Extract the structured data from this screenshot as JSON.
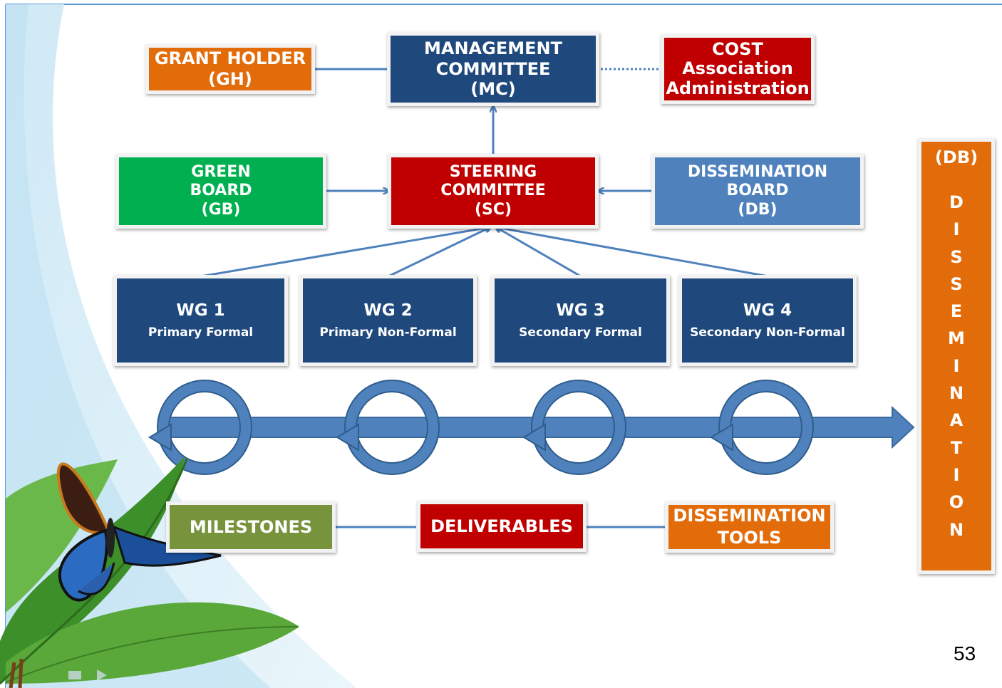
{
  "top_row": {
    "grant_holder": [
      "GRANT HOLDER",
      "(GH)"
    ],
    "management_committee": [
      "MANAGEMENT",
      "COMMITTEE",
      "(MC)"
    ],
    "cost_admin": [
      "COST",
      "Association",
      "Administration"
    ]
  },
  "middle_row": {
    "green_board": [
      "GREEN",
      "BOARD",
      "(GB)"
    ],
    "steering_committee": [
      "STEERING",
      "COMMITTEE",
      "(SC)"
    ],
    "dissemination_board": [
      "DISSEMINATION",
      "BOARD",
      "(DB)"
    ]
  },
  "working_groups": [
    {
      "title": "WG 1",
      "subtitle": "Primary Formal"
    },
    {
      "title": "WG 2",
      "subtitle": "Primary Non-Formal"
    },
    {
      "title": "WG 3",
      "subtitle": "Secondary Formal"
    },
    {
      "title": "WG 4",
      "subtitle": "Secondary Non-Formal"
    }
  ],
  "bottom_row": {
    "milestones": "MILESTONES",
    "deliverables": "DELIVERABLES",
    "dissemination_tools": [
      "DISSEMINATION",
      "TOOLS"
    ]
  },
  "side_bar": {
    "top": "(DB)",
    "letters": [
      "D",
      "I",
      "S",
      "S",
      "E",
      "M",
      "I",
      "N",
      "A",
      "T",
      "I",
      "O",
      "N"
    ]
  },
  "page_number": "53",
  "colors": {
    "orange": "#e36c0a",
    "navy": "#1f497d",
    "red": "#c00000",
    "green": "#00b050",
    "light_blue": "#4f81bd",
    "olive": "#77933c",
    "connector": "#4f81bd"
  },
  "icons": [
    "butterfly-icon",
    "leaf-icon"
  ]
}
